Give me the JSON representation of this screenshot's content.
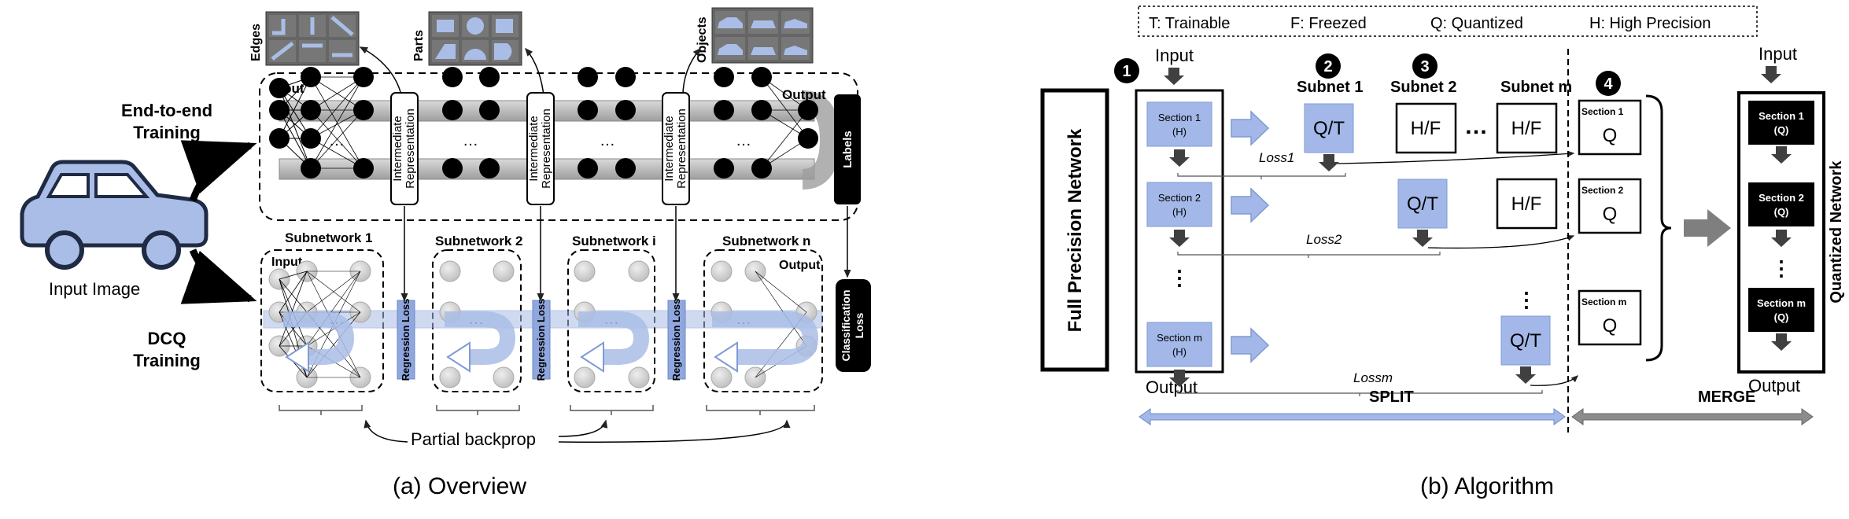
{
  "panel_a": {
    "caption": "(a) Overview",
    "input_image_label": "Input Image",
    "end_to_end_label": [
      "End-to-end",
      "Training"
    ],
    "dcq_label": [
      "DCQ",
      "Training"
    ],
    "thumbnails": {
      "edges": "Edges",
      "parts": "Parts",
      "objects": "Objects"
    },
    "top_input": "Input",
    "top_output": "Output",
    "intermediate_label": [
      "Intermediate",
      "Representation"
    ],
    "ellipsis": "…",
    "labels_box": "Labels",
    "classification_loss": [
      "Classification",
      "Loss"
    ],
    "regression_loss": "Regression Loss",
    "subnetworks": [
      "Subnetwork 1",
      "Subnetwork 2",
      "Subnetwork i",
      "Subnetwork n"
    ],
    "bottom_input": "Input",
    "bottom_output": "Output",
    "partial_backprop": "Partial backprop"
  },
  "panel_b": {
    "caption": "(b) Algorithm",
    "legend": [
      "T: Trainable",
      "F: Freezed",
      "Q: Quantized",
      "H: High Precision"
    ],
    "full_precision": "Full Precision Network",
    "quantized_network": "Quantized Network",
    "steps": [
      "1",
      "2",
      "3",
      "4"
    ],
    "input": "Input",
    "output": "Output",
    "subnet_headers": [
      "Subnet 1",
      "Subnet 2",
      "Subnet m"
    ],
    "sections_h": [
      [
        "Section 1",
        "(H)"
      ],
      [
        "Section 2",
        "(H)"
      ],
      [
        "Section m",
        "(H)"
      ]
    ],
    "qt": "Q/T",
    "hf": "H/F",
    "dots": "…",
    "vdots": "⋮",
    "q_sections": [
      "Section 1",
      "Section 2",
      "Section m"
    ],
    "q": "Q",
    "final_sections": [
      [
        "Section 1",
        "(Q)"
      ],
      [
        "Section 2",
        "(Q)"
      ],
      [
        "Section m",
        "(Q)"
      ]
    ],
    "loss1": "Loss1",
    "loss2": "Loss2",
    "lossm": "Lossm",
    "split": "SPLIT",
    "merge": "MERGE"
  },
  "colors": {
    "blue_fill": "#a9bde6",
    "section_fill": "#a3b8e8",
    "black": "#000000",
    "gray_arrow": "#7f7f7f"
  }
}
